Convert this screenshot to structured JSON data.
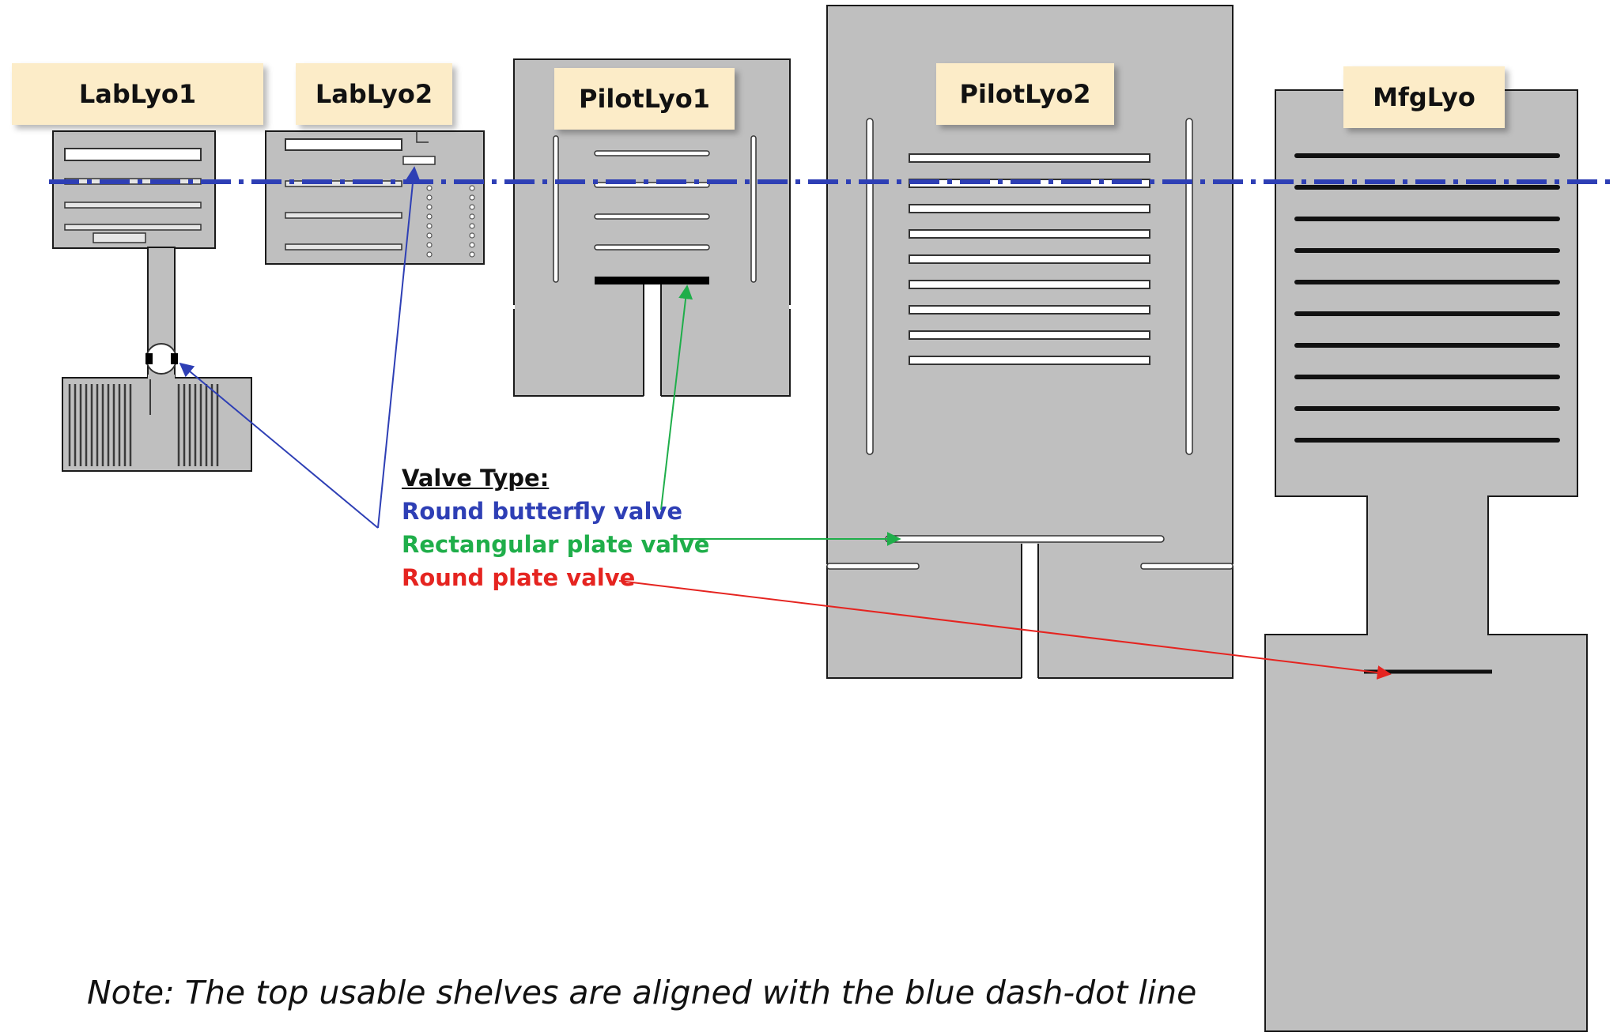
{
  "units": [
    {
      "id": "lablyo1",
      "label": "LabLyo1"
    },
    {
      "id": "lablyo2",
      "label": "LabLyo2"
    },
    {
      "id": "pilotlyo1",
      "label": "PilotLyo1"
    },
    {
      "id": "pilotlyo2",
      "label": "PilotLyo2"
    },
    {
      "id": "mfglyo",
      "label": "MfgLyo"
    }
  ],
  "legend": {
    "title": "Valve Type:",
    "items": [
      {
        "label": "Round butterfly valve",
        "color": "#2e3fb5"
      },
      {
        "label": "Rectangular plate valve",
        "color": "#1fae4a"
      },
      {
        "label": "Round plate valve",
        "color": "#e52420"
      }
    ]
  },
  "colors": {
    "chamber_fill": "#bfbfbf",
    "chamber_dark": "#a6a6a6",
    "outline": "#1a1a1a",
    "label_bg": "#fcecc8",
    "reference_line": "#2e3fb5"
  },
  "note": "Note: The top usable shelves are aligned with the blue dash-dot line"
}
